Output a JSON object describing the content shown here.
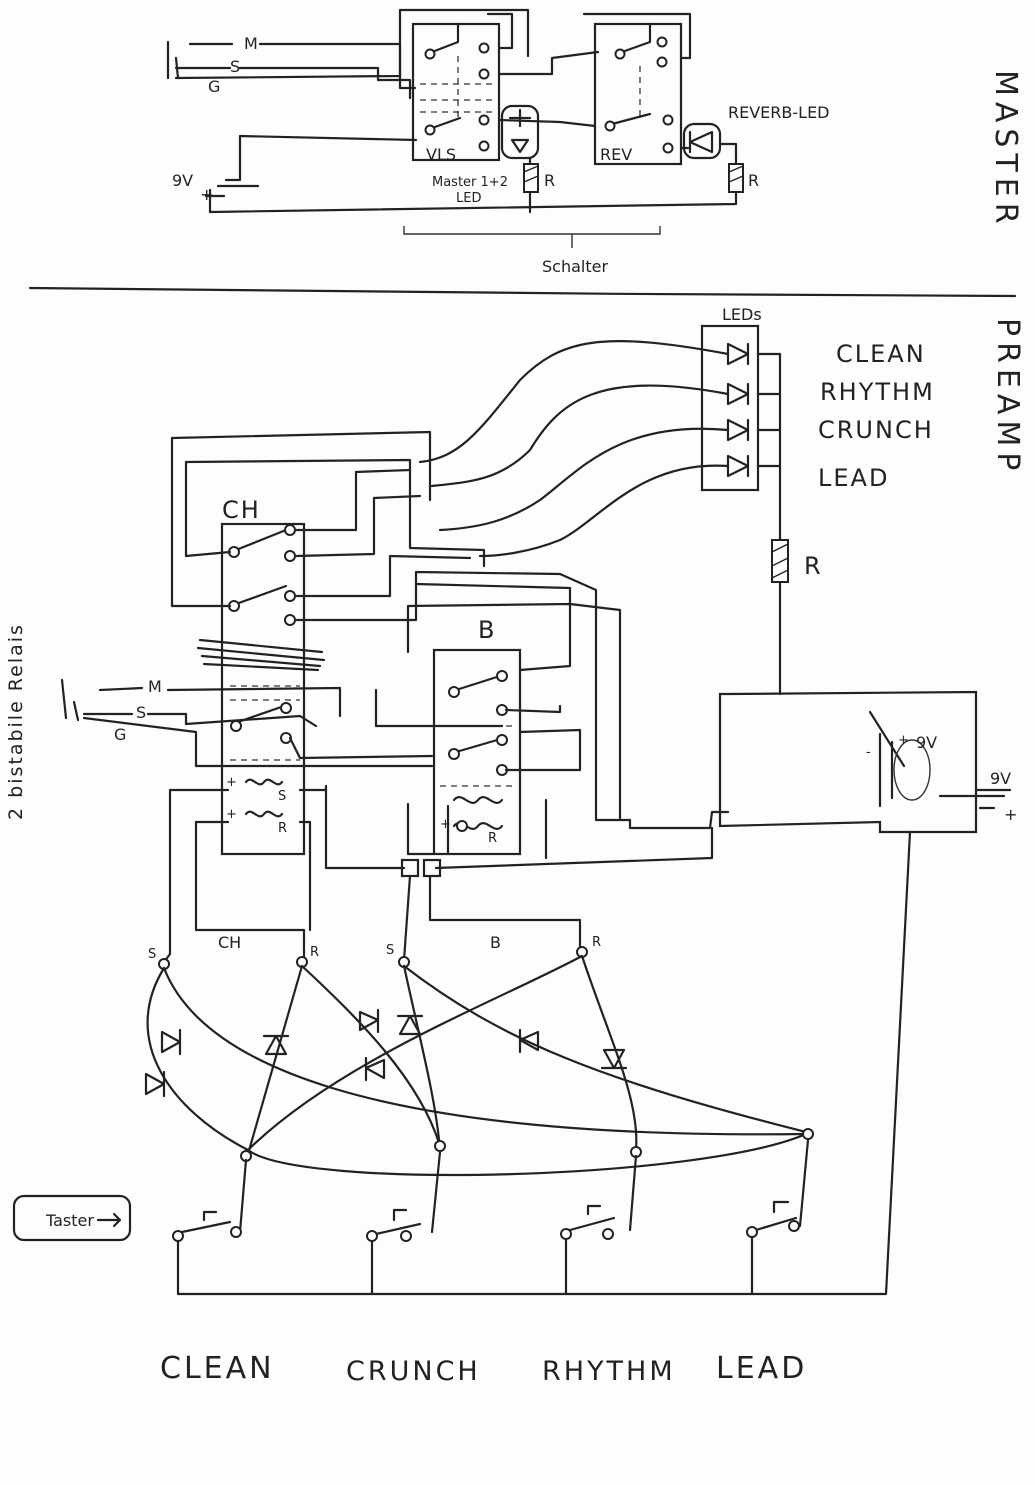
{
  "master": {
    "title": "MASTER",
    "jack_m": "M",
    "jack_s": "S",
    "jack_g": "G",
    "relay1": "VLS",
    "relay2": "REV",
    "reverb_led": "REVERB-LED",
    "master_led_line1": "Master 1+2",
    "master_led_line2": "LED",
    "r1": "R",
    "r2": "R",
    "battery": "9V",
    "battery_plus": "+",
    "switch_label": "Schalter"
  },
  "preamp": {
    "title": "PREAMP",
    "side_note": "2 bistabile Relais",
    "leds_title": "LEDs",
    "led_labels": [
      "CLEAN",
      "RHYTHM",
      "CRUNCH",
      "LEAD"
    ],
    "relay_ch": "CH",
    "relay_b": "B",
    "r_led": "R",
    "coil_s": "S",
    "coil_r": "R",
    "coil_plus": "+",
    "jack_m": "M",
    "jack_s": "S",
    "jack_g": "G",
    "supply": "9V",
    "supply_plus": "+",
    "supply_minus": "-",
    "ch_label": "CH",
    "b_label": "B",
    "node_s": "S",
    "node_r": "R",
    "taster": "Taster",
    "footswitches": [
      "CLEAN",
      "CRUNCH",
      "RHYTHM",
      "LEAD"
    ]
  }
}
